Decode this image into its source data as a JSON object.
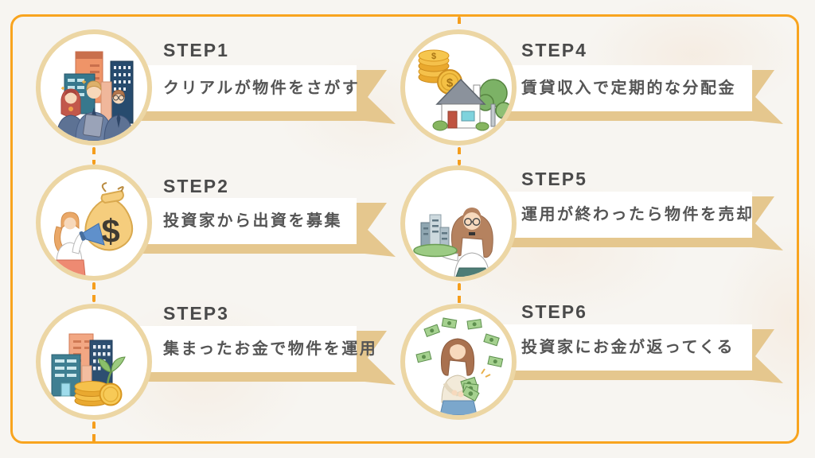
{
  "colors": {
    "background": "#f7f5f1",
    "frame_border": "#f8a41f",
    "connector_dash": "#f59e1d",
    "circle_ring": "#ecd6a4",
    "ribbon_gold": "#e5c78e",
    "banner_white": "#ffffff",
    "text_dark": "#4f4f4f"
  },
  "steps": [
    {
      "label": "STEP1",
      "text": "クリアルが物件をさがす",
      "icon": "team-searching-properties-illustration"
    },
    {
      "label": "STEP2",
      "text": "投資家から出資を募集",
      "icon": "fundraising-megaphone-moneybag-illustration"
    },
    {
      "label": "STEP3",
      "text": "集まったお金で物件を運用",
      "icon": "buildings-coins-sprout-illustration"
    },
    {
      "label": "STEP4",
      "text": "賃貸収入で定期的な分配金",
      "icon": "house-coins-trees-illustration"
    },
    {
      "label": "STEP5",
      "text": "運用が終わったら物件を売却",
      "icon": "woman-holding-buildings-tray-illustration"
    },
    {
      "label": "STEP6",
      "text": "投資家にお金が返ってくる",
      "icon": "woman-receiving-money-illustration"
    }
  ]
}
